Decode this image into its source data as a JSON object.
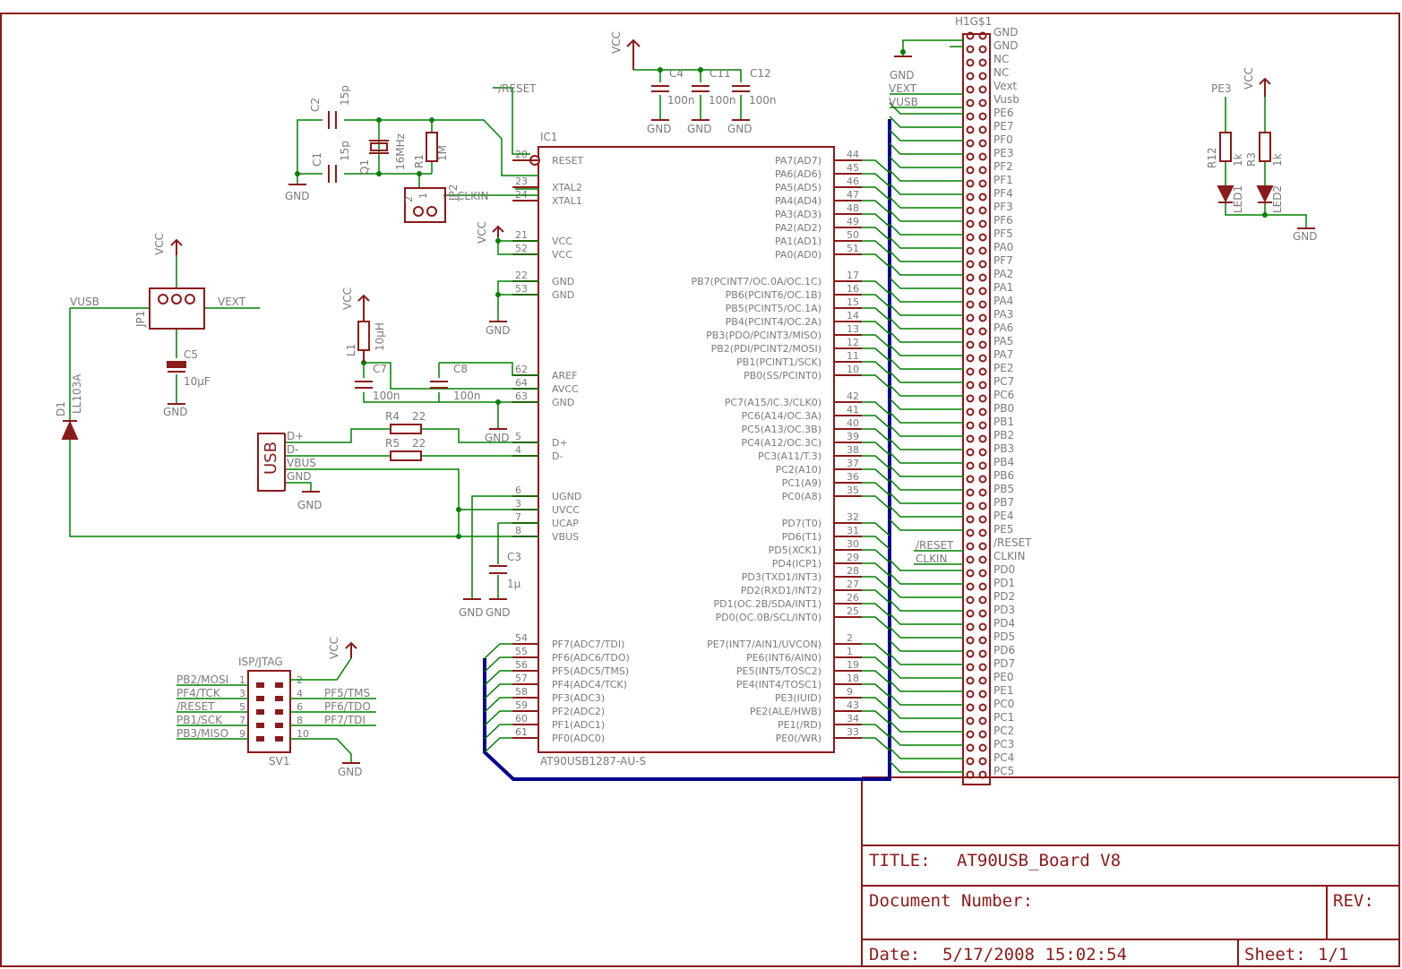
{
  "title_block": {
    "title_label": "TITLE:",
    "title": "AT90USB_Board V8",
    "docnum_label": "Document Number:",
    "rev_label": "REV:",
    "date_label": "Date:",
    "date": "5/17/2008 15:02:54",
    "sheet_label": "Sheet:",
    "sheet": "1/1"
  },
  "ic": {
    "name": "IC1",
    "part": "AT90USB1287-AU-S",
    "left_pins": [
      {
        "num": "20",
        "name": "RESET"
      },
      {
        "num": "23",
        "name": "XTAL2"
      },
      {
        "num": "24",
        "name": "XTAL1"
      },
      {
        "num": "21",
        "name": "VCC"
      },
      {
        "num": "52",
        "name": "VCC"
      },
      {
        "num": "22",
        "name": "GND"
      },
      {
        "num": "53",
        "name": "GND"
      },
      {
        "num": "62",
        "name": "AREF"
      },
      {
        "num": "64",
        "name": "AVCC"
      },
      {
        "num": "63",
        "name": "GND"
      },
      {
        "num": "5",
        "name": "D+"
      },
      {
        "num": "4",
        "name": "D-"
      },
      {
        "num": "6",
        "name": "UGND"
      },
      {
        "num": "3",
        "name": "UVCC"
      },
      {
        "num": "7",
        "name": "UCAP"
      },
      {
        "num": "8",
        "name": "VBUS"
      },
      {
        "num": "54",
        "name": "PF7(ADC7/TDI)"
      },
      {
        "num": "55",
        "name": "PF6(ADC6/TDO)"
      },
      {
        "num": "56",
        "name": "PF5(ADC5/TMS)"
      },
      {
        "num": "57",
        "name": "PF4(ADC4/TCK)"
      },
      {
        "num": "58",
        "name": "PF3(ADC3)"
      },
      {
        "num": "59",
        "name": "PF2(ADC2)"
      },
      {
        "num": "60",
        "name": "PF1(ADC1)"
      },
      {
        "num": "61",
        "name": "PF0(ADC0)"
      }
    ],
    "right_pins": [
      {
        "num": "44",
        "name": "PA7(AD7)"
      },
      {
        "num": "45",
        "name": "PA6(AD6)"
      },
      {
        "num": "46",
        "name": "PA5(AD5)"
      },
      {
        "num": "47",
        "name": "PA4(AD4)"
      },
      {
        "num": "48",
        "name": "PA3(AD3)"
      },
      {
        "num": "49",
        "name": "PA2(AD2)"
      },
      {
        "num": "50",
        "name": "PA1(AD1)"
      },
      {
        "num": "51",
        "name": "PA0(AD0)"
      },
      {
        "num": "17",
        "name": "PB7(PCINT7/OC.0A/OC.1C)"
      },
      {
        "num": "16",
        "name": "PB6(PCINT6/OC.1B)"
      },
      {
        "num": "15",
        "name": "PB5(PCINT5/OC.1A)"
      },
      {
        "num": "14",
        "name": "PB4(PCINT4/OC.2A)"
      },
      {
        "num": "13",
        "name": "PB3(PDO/PCINT3/MISO)"
      },
      {
        "num": "12",
        "name": "PB2(PDI/PCINT2/MOSI)"
      },
      {
        "num": "11",
        "name": "PB1(PCINT1/SCK)"
      },
      {
        "num": "10",
        "name": "PB0(SS/PCINT0)"
      },
      {
        "num": "42",
        "name": "PC7(A15/IC.3/CLK0)"
      },
      {
        "num": "41",
        "name": "PC6(A14/OC.3A)"
      },
      {
        "num": "40",
        "name": "PC5(A13/OC.3B)"
      },
      {
        "num": "39",
        "name": "PC4(A12/OC.3C)"
      },
      {
        "num": "38",
        "name": "PC3(A11/T.3)"
      },
      {
        "num": "37",
        "name": "PC2(A10)"
      },
      {
        "num": "36",
        "name": "PC1(A9)"
      },
      {
        "num": "35",
        "name": "PC0(A8)"
      },
      {
        "num": "32",
        "name": "PD7(T0)"
      },
      {
        "num": "31",
        "name": "PD6(T1)"
      },
      {
        "num": "30",
        "name": "PD5(XCK1)"
      },
      {
        "num": "29",
        "name": "PD4(ICP1)"
      },
      {
        "num": "28",
        "name": "PD3(TXD1/INT3)"
      },
      {
        "num": "27",
        "name": "PD2(RXD1/INT2)"
      },
      {
        "num": "26",
        "name": "PD1(OC.2B/SDA/INT1)"
      },
      {
        "num": "25",
        "name": "PD0(OC.0B/SCL/INT0)"
      },
      {
        "num": "2",
        "name": "PE7(INT7/AIN1/UVCON)"
      },
      {
        "num": "1",
        "name": "PE6(INT6/AIN0)"
      },
      {
        "num": "19",
        "name": "PE5(INT5/TOSC2)"
      },
      {
        "num": "18",
        "name": "PE4(INT4/TOSC1)"
      },
      {
        "num": "9",
        "name": "PE3(IUID)"
      },
      {
        "num": "43",
        "name": "PE2(ALE/HWB)"
      },
      {
        "num": "34",
        "name": "PE1(/RD)"
      },
      {
        "num": "33",
        "name": "PE0(/WR)"
      }
    ]
  },
  "header": {
    "name": "H1G$1",
    "pins": [
      "GND",
      "GND",
      "NC",
      "NC",
      "Vext",
      "Vusb",
      "PE6",
      "PE7",
      "PF0",
      "PE3",
      "PF2",
      "PF1",
      "PF4",
      "PF3",
      "PF6",
      "PF5",
      "PA0",
      "PF7",
      "PA2",
      "PA1",
      "PA4",
      "PA3",
      "PA6",
      "PA5",
      "PA7",
      "PE2",
      "PC7",
      "PC6",
      "PB0",
      "PB1",
      "PB2",
      "PB3",
      "PB4",
      "PB6",
      "PB5",
      "PB7",
      "PE4",
      "PE5",
      "/RESET",
      "CLKIN",
      "PD0",
      "PD1",
      "PD2",
      "PD3",
      "PD4",
      "PD5",
      "PD6",
      "PD7",
      "PE0",
      "PE1",
      "PC0",
      "PC1",
      "PC2",
      "PC3",
      "PC4",
      "PC5"
    ],
    "net_gnd": "GND",
    "net_vext": "VEXT",
    "net_vusb": "VUSB",
    "net_reset": "/RESET",
    "net_clkin": "CLKIN"
  },
  "isp": {
    "title": "ISP/JTAG",
    "name": "SV1",
    "pins_left": [
      {
        "num": "1",
        "net": "PB2/MOSI"
      },
      {
        "num": "3",
        "net": "PF4/TCK"
      },
      {
        "num": "5",
        "net": "/RESET"
      },
      {
        "num": "7",
        "net": "PB1/SCK"
      },
      {
        "num": "9",
        "net": "PB3/MISO"
      }
    ],
    "pins_right": [
      {
        "num": "2",
        "net": ""
      },
      {
        "num": "4",
        "net": "PF5/TMS"
      },
      {
        "num": "6",
        "net": "PF6/TDO"
      },
      {
        "num": "8",
        "net": "PF7/TDI"
      },
      {
        "num": "10",
        "net": ""
      }
    ]
  },
  "nets": {
    "vcc": "VCC",
    "gnd": "GND",
    "reset": "/RESET",
    "clkin": "CLKIN",
    "vusb": "VUSB",
    "vext": "VEXT"
  },
  "parts": {
    "c1": {
      "name": "C1",
      "value": "15p"
    },
    "c2": {
      "name": "C2",
      "value": "15p"
    },
    "q1": {
      "name": "Q1",
      "value": "16MHz"
    },
    "r1": {
      "name": "R1",
      "value": "1M"
    },
    "jp2": {
      "name": "JP2",
      "pin1": "1",
      "pin2": "2"
    },
    "c4": {
      "name": "C4",
      "value": "100n"
    },
    "c11": {
      "name": "C11",
      "value": "100n"
    },
    "c12": {
      "name": "C12",
      "value": "100n"
    },
    "jp1": {
      "name": "JP1"
    },
    "c5": {
      "name": "C5",
      "value": "10µF"
    },
    "d1": {
      "name": "D1",
      "value": "LL103A"
    },
    "l1": {
      "name": "L1",
      "value": "10µH"
    },
    "c7": {
      "name": "C7",
      "value": "100n"
    },
    "c8": {
      "name": "C8",
      "value": "100n"
    },
    "r4": {
      "name": "R4",
      "value": "22"
    },
    "r5": {
      "name": "R5",
      "value": "22"
    },
    "c3": {
      "name": "C3",
      "value": "1µ"
    },
    "usb": {
      "name": "USB",
      "pins": [
        "D+",
        "D-",
        "VBUS",
        "GND"
      ]
    },
    "r12": {
      "name": "R12",
      "value": "1k",
      "net": "PE3"
    },
    "r3": {
      "name": "R3",
      "value": "1k"
    },
    "led1": {
      "name": "LED1"
    },
    "led2": {
      "name": "LED2"
    }
  },
  "colors": {
    "wire": "#008000",
    "symbol": "#8b1a1a",
    "bus": "#00008b",
    "text": "#7b7b7b"
  }
}
